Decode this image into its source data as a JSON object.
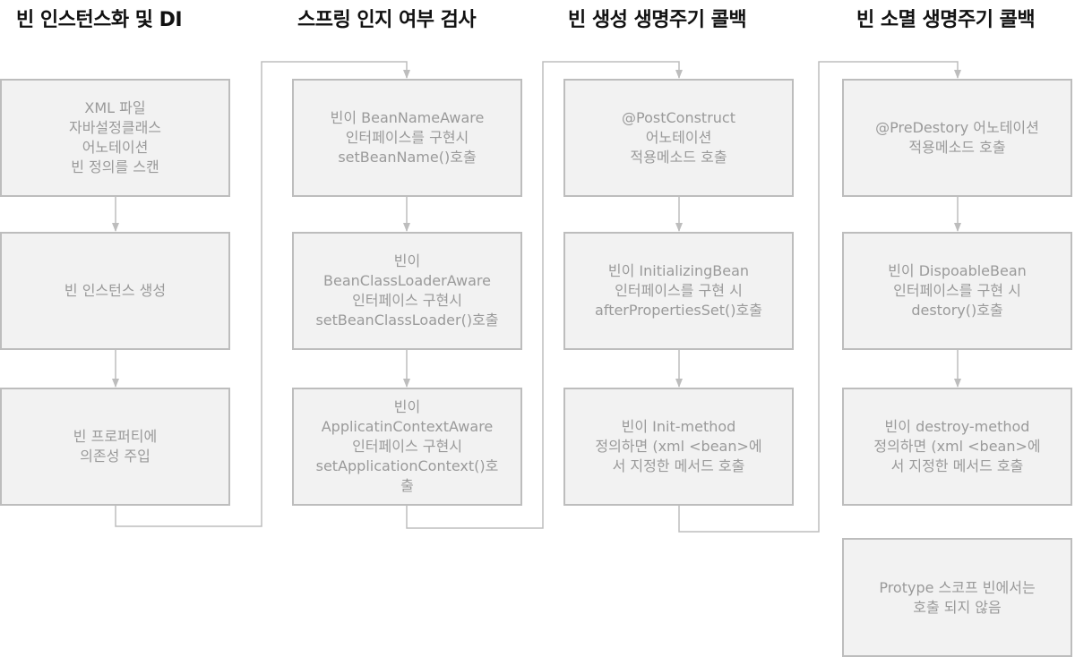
{
  "columns": [
    {
      "title": "빈 인스턴스화 및 DI",
      "steps": [
        "XML 파일\n자바설정클래스\n어노테이션\n빈 정의를 스캔",
        "빈 인스턴스 생성",
        "빈 프로퍼티에\n의존성 주입"
      ]
    },
    {
      "title": "스프링 인지 여부 검사",
      "steps": [
        "빈이 BeanNameAware\n인터페이스를 구현시\nsetBeanName()호출",
        "빈이\nBeanClassLoaderAware\n인터페이스 구현시\nsetBeanClassLoader()호출",
        "빈이\nApplicatinContextAware\n인터페이스 구현시\nsetApplicationContext()호\n출"
      ]
    },
    {
      "title": "빈 생성 생명주기 콜백",
      "steps": [
        "@PostConstruct\n어노테이션\n적용메소드 호출",
        "빈이 InitializingBean\n인터페이스를 구현 시\nafterPropertiesSet()호출",
        "빈이 Init-method\n정의하면 (xml <bean>에\n서 지정한 메서드 호출"
      ]
    },
    {
      "title": "빈 소멸 생명주기 콜백",
      "steps": [
        "@PreDestory 어노테이션\n적용메소드 호출",
        "빈이 DispoableBean\n인터페이스를 구현 시\ndestory()호출",
        "빈이 destroy-method\n정의하면 (xml <bean>에\n서 지정한 메서드 호출"
      ]
    }
  ],
  "note": "Protype 스코프 빈에서는\n호출 되지 않음",
  "colors": {
    "box_fill": "#f2f2f2",
    "box_border": "#bdbdbd",
    "box_text": "#9a9a9a",
    "connector": "#bdbdbd",
    "title": "#111111"
  }
}
